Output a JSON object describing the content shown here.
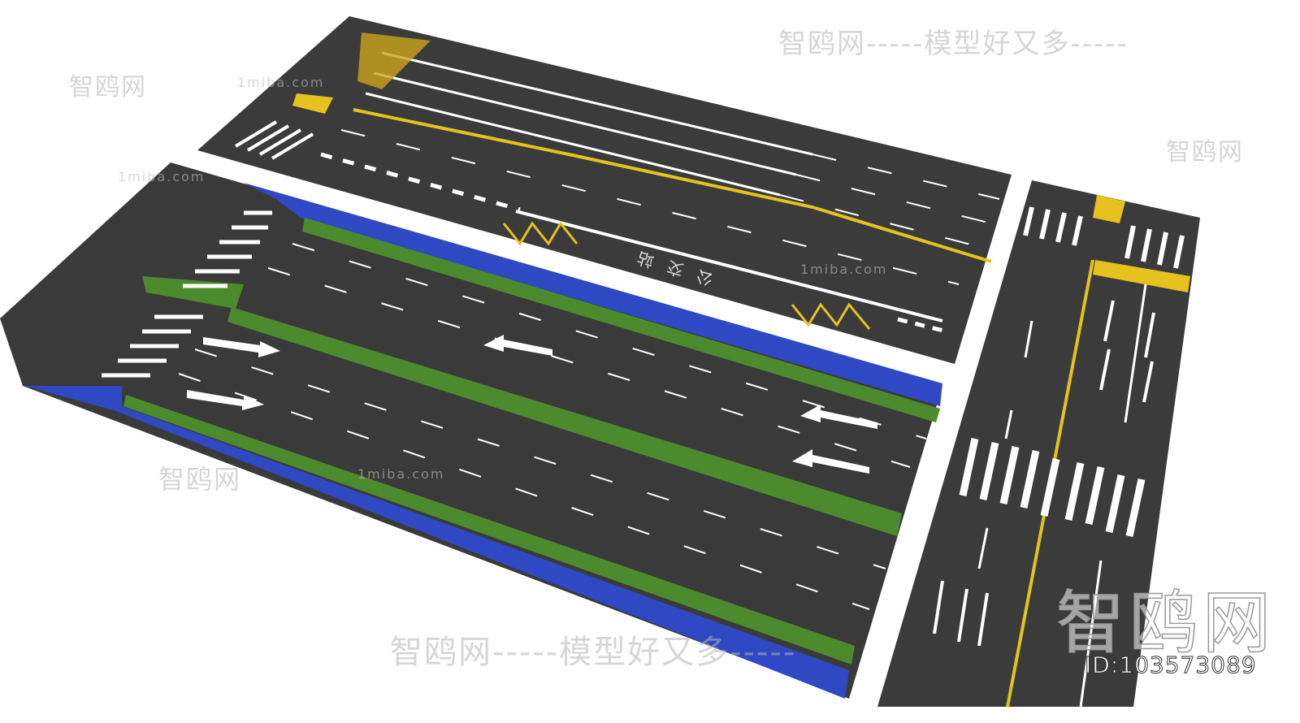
{
  "scene": {
    "asphalt_color": "#3a3a3a",
    "bike_lane_color": "#2f49c4",
    "median_color": "#4c8a2e",
    "marking_color": "#ffffff",
    "yellow_color": "#e5c21e",
    "road_text": "公交站"
  },
  "watermarks": {
    "brand_line": "智鸥网-----模型好又多-----",
    "brand_short": "智鸥网",
    "site": "1miba.com",
    "big_logo": "智鸥网",
    "id_label": "ID:103573089"
  }
}
